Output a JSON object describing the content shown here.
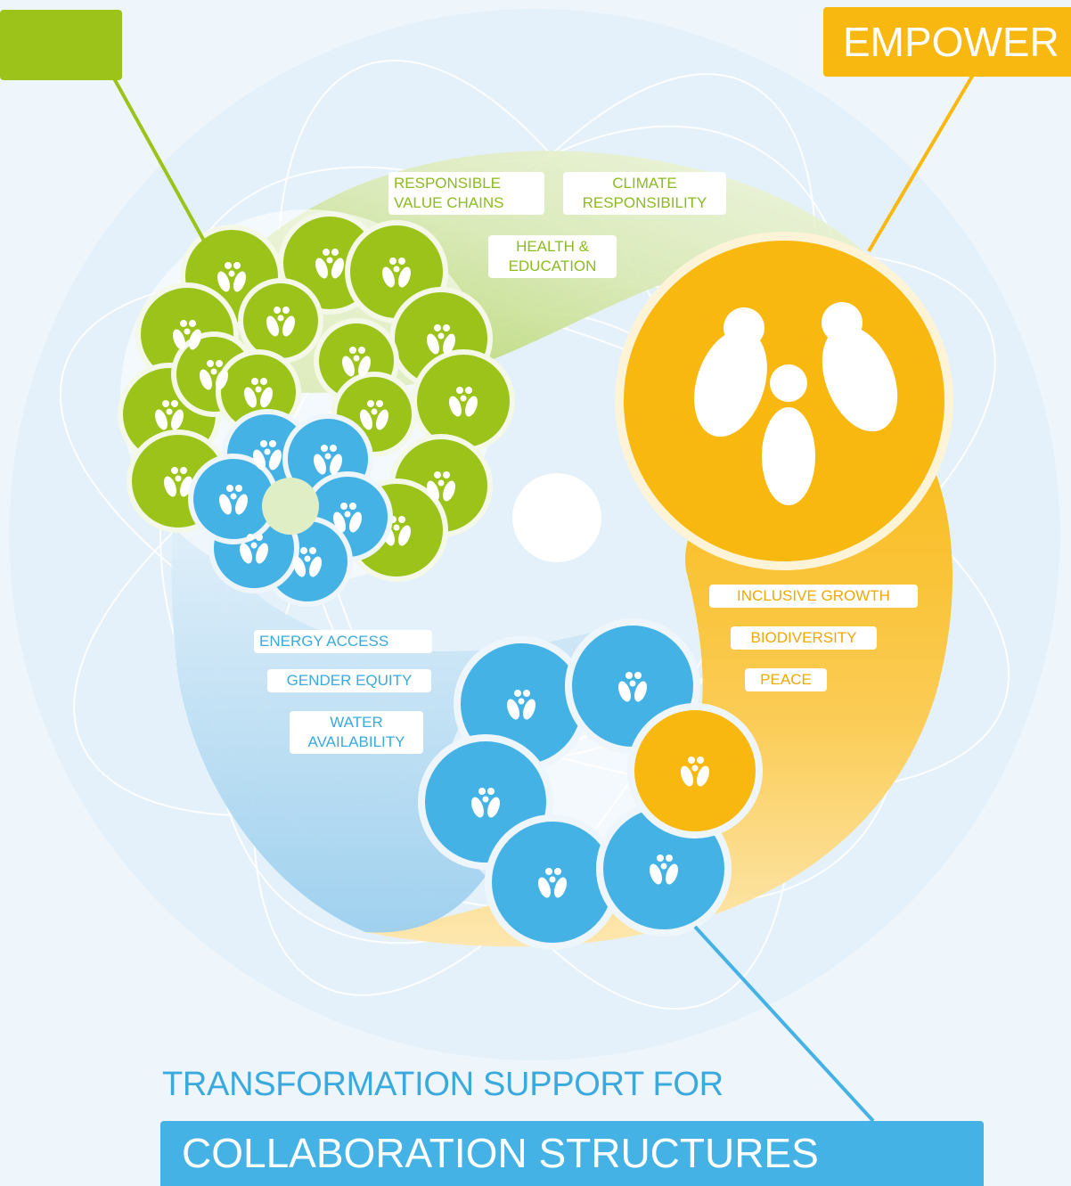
{
  "colors": {
    "green": "#9bc31a",
    "yellow": "#f8b80f",
    "blue": "#45b2e6",
    "background": "#eef6fc",
    "white": "#ffffff"
  },
  "icons": [
    "people-icon",
    "footprint-icon"
  ],
  "header": {
    "left_tag": "",
    "right_tag": "EMPOWER"
  },
  "labels": {
    "green": [
      {
        "line1": "RESPONSIBLE",
        "line2": "VALUE CHAINS"
      },
      {
        "line1": "CLIMATE",
        "line2": "RESPONSIBILITY"
      },
      {
        "line1": "HEALTH &",
        "line2": "EDUCATION"
      }
    ],
    "yellow": [
      "INCLUSIVE  GROWTH",
      "BIODIVERSITY",
      "PEACE"
    ],
    "blue": [
      {
        "line1": "ENERGY  ACCESS",
        "line2": ""
      },
      {
        "line1": "GENDER EQUITY",
        "line2": ""
      },
      {
        "line1": "WATER",
        "line2": "AVAILABILITY"
      }
    ]
  },
  "footer": {
    "heading": "TRANSFORMATION SUPPORT FOR",
    "bar": "COLLABORATION STRUCTURES"
  }
}
